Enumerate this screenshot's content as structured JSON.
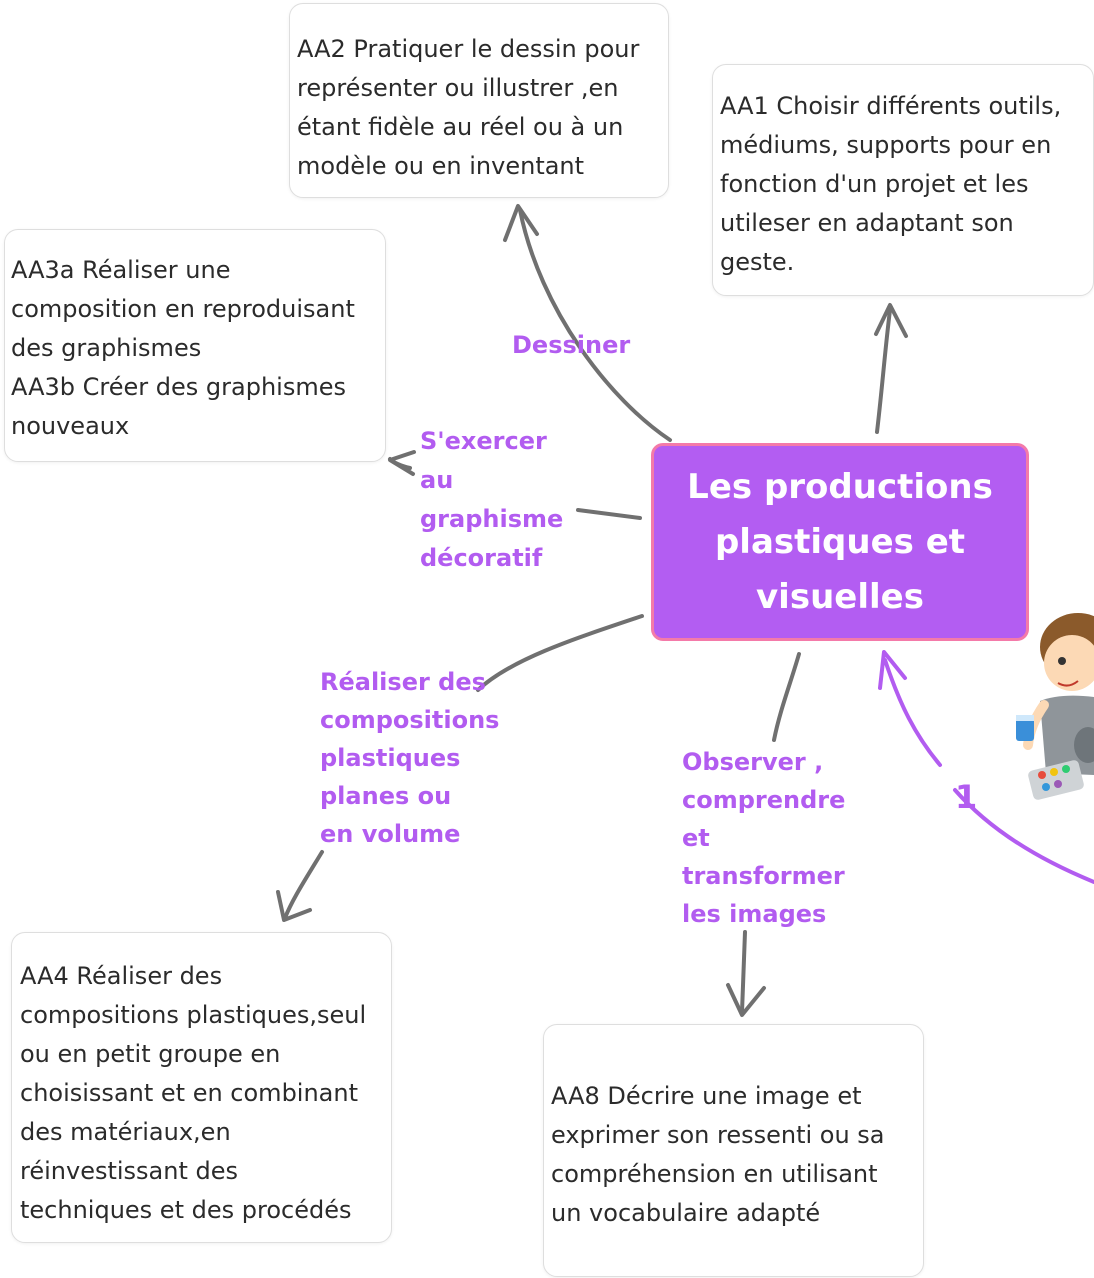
{
  "center": {
    "title": "Les productions\nplastiques et\nvisuelles",
    "color": "#b35df2",
    "border": "#f47aa9"
  },
  "nodes": {
    "aa2": "AA2 Pratiquer le dessin pour\nreprésenter ou illustrer ,en\nétant fidèle au réel ou à un\nmodèle ou en inventant",
    "aa1": "AA1 Choisir différents outils,\nmédiums, supports pour en\nfonction d'un projet et les\nutileser en adaptant son\ngeste.",
    "aa3": "AA3a Réaliser une\ncomposition en reproduisant\ndes graphismes\nAA3b Créer des graphismes\nnouveaux",
    "aa4": "AA4 Réaliser des\ncompositions  plastiques,seul\nou en petit groupe en\nchoisissant et en combinant\ndes matériaux,en\nréinvestissant des\ntechniques et des procédés",
    "aa8": "AA8 Décrire une image et\nexprimer son ressenti ou sa\ncompréhension en utilisant\nun vocabulaire adapté"
  },
  "labels": {
    "dessiner": "Dessiner",
    "graphisme": "S'exercer\nau\ngraphisme\ndécoratif",
    "compositions": "Réaliser des\ncompositions\nplastiques\nplanes ou\nen volume",
    "images": "Observer ,\ncomprendre\net\ntransformer\nles images"
  },
  "badge_number": "1",
  "colors": {
    "label": "#b25cf0",
    "connector": "#707070",
    "accent_arrow": "#b25cf0"
  },
  "illustration": {
    "icon": "child-painting-icon"
  }
}
